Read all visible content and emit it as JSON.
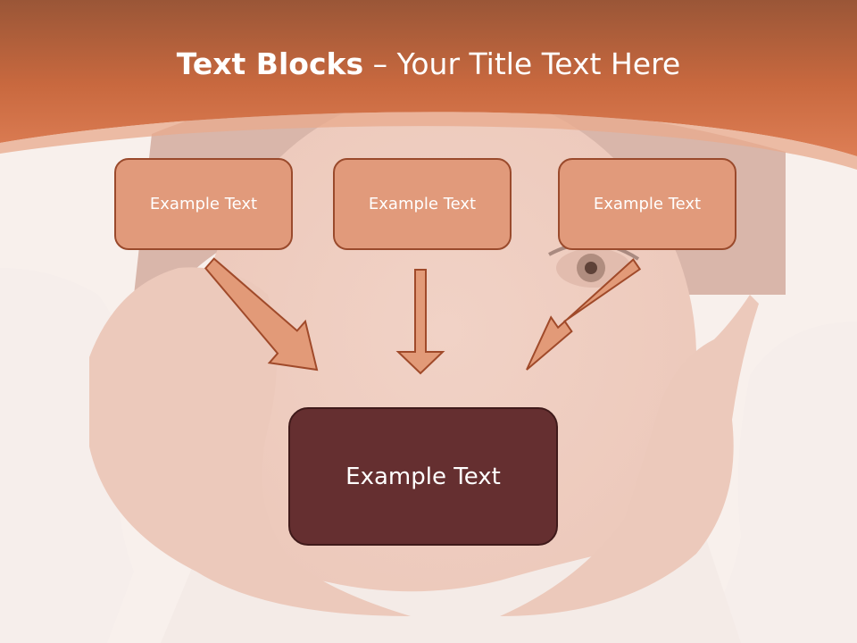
{
  "slide": {
    "title_bold": "Text Blocks",
    "title_dash": " – ",
    "title_rest": "Your Title Text Here",
    "colors": {
      "header": "#d4744a",
      "header_dark": "#9a5637",
      "box_fill": "#e19a7b",
      "box_border": "#9a4a2c",
      "target_fill": "#652f30",
      "arrow_fill": "#e29a78",
      "arrow_stroke": "#a04a2a"
    }
  },
  "diagram": {
    "source_boxes": [
      {
        "label": "Example Text"
      },
      {
        "label": "Example Text"
      },
      {
        "label": "Example Text"
      }
    ],
    "target_box": {
      "label": "Example Text"
    }
  }
}
